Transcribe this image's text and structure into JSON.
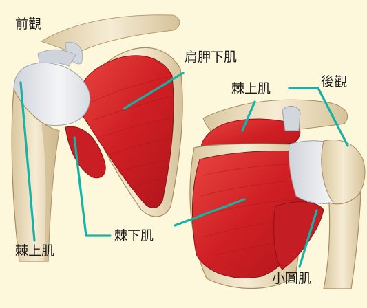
{
  "labels": {
    "anterior_view": "前觀",
    "posterior_view": "後觀",
    "subscapularis": "肩胛下肌",
    "supraspinatus_posterior": "棘上肌",
    "infraspinatus": "棘下肌",
    "supraspinatus_anterior": "棘上肌",
    "teres_minor": "小圓肌"
  },
  "colors": {
    "background": "#fdf8dc",
    "muscle": "#d8222a",
    "tendon": "#e6e8ec",
    "bone": "#efe3c6",
    "leader": "#14b3a6"
  }
}
